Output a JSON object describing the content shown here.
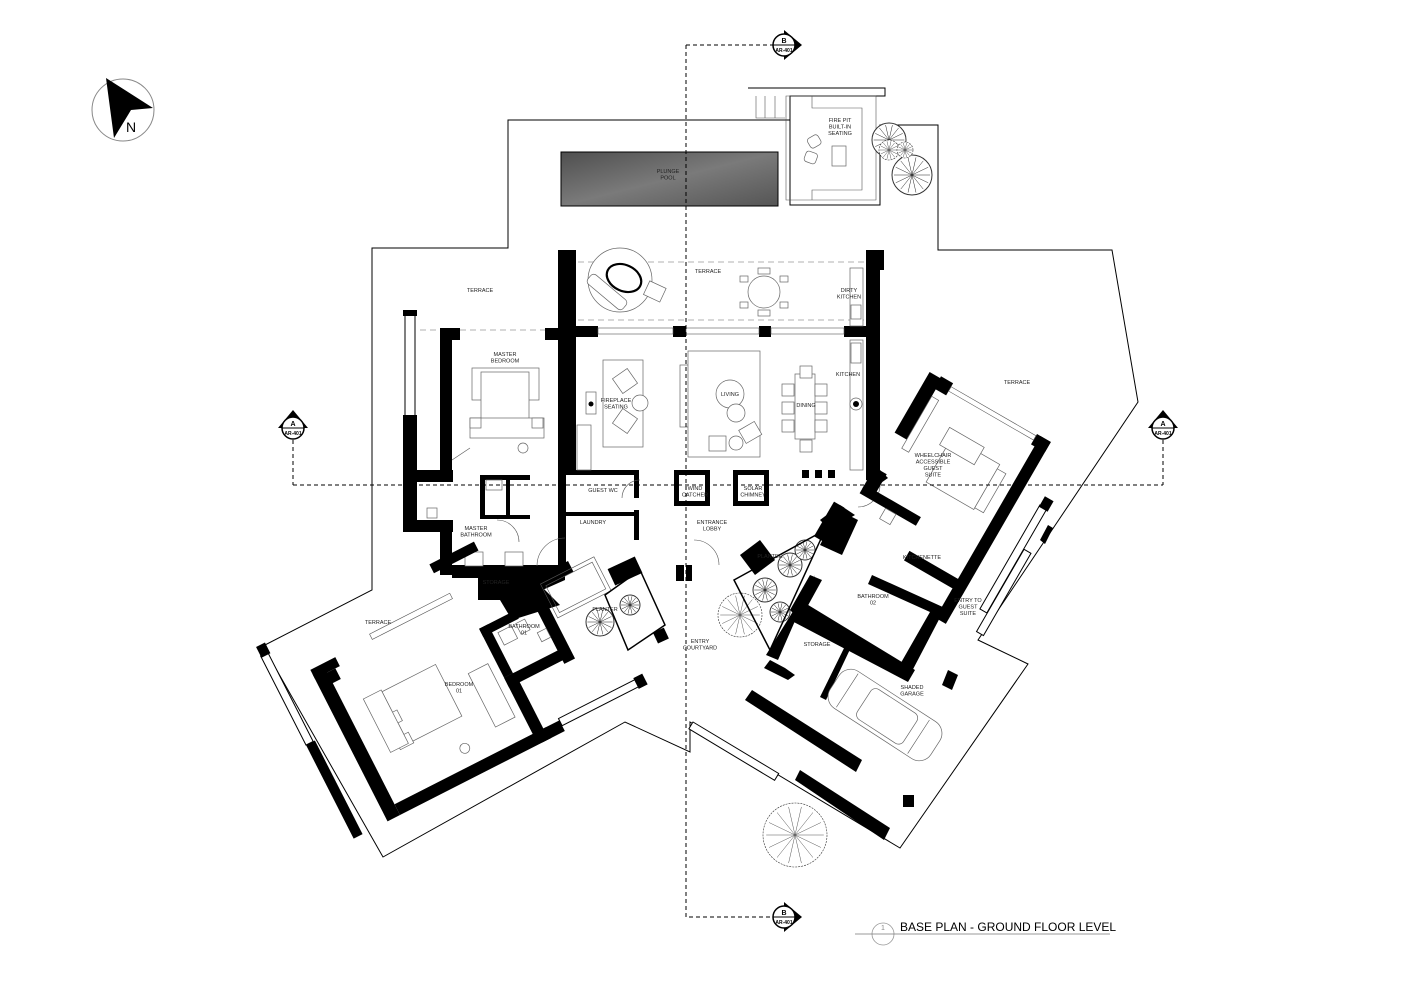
{
  "title": {
    "number": "1",
    "text": "BASE PLAN - GROUND FLOOR LEVEL"
  },
  "north_arrow": {
    "letter": "N",
    "icon": "north-arrow-icon"
  },
  "section_markers": {
    "a_letter": "A",
    "a_sheet": "AR-401",
    "b_letter": "B",
    "b_sheet": "AR-401"
  },
  "rooms": {
    "plunge_pool": [
      "PLUNGE",
      "POOL"
    ],
    "fire_pit": [
      "FIRE PIT",
      "BUILT-IN",
      "SEATING"
    ],
    "terrace_top": [
      "TERRACE"
    ],
    "terrace_left": [
      "TERRACE"
    ],
    "terrace_right": [
      "TERRACE"
    ],
    "terrace_bottom_left": [
      "TERRACE"
    ],
    "dirty_kitchen": [
      "DIRTY",
      "KITCHEN"
    ],
    "master_bedroom": [
      "MASTER",
      "BEDROOM"
    ],
    "fireplace_seating": [
      "FIREPLACE",
      "SEATING"
    ],
    "living": [
      "LIVING"
    ],
    "dining": [
      "DINING"
    ],
    "kitchen": [
      "KITCHEN"
    ],
    "guest_wc": [
      "GUEST WC"
    ],
    "laundry": [
      "LAUNDRY"
    ],
    "wind_catcher": [
      "WIND",
      "CATCHER"
    ],
    "solar_chimney": [
      "SOLAR",
      "CHIMNEY"
    ],
    "master_bathroom": [
      "MASTER",
      "BATHROOM"
    ],
    "storage_left": [
      "STORAGE"
    ],
    "entrance_lobby": [
      "ENTRANCE",
      "LOBBY"
    ],
    "entry_courtyard": [
      "ENTRY",
      "COURTYARD"
    ],
    "planter_left": [
      "PLANTER"
    ],
    "planter_right": [
      "PLANTER"
    ],
    "bathroom_01": [
      "BATHROOM",
      "01"
    ],
    "bedroom_01": [
      "BEDROOM",
      "01"
    ],
    "guest_suite": [
      "WHEELCHAIR",
      "ACCESSIBLE",
      "GUEST",
      "SUITE"
    ],
    "kitchenette": [
      "KITCHENETTE"
    ],
    "bathroom_02": [
      "BATHROOM",
      "02"
    ],
    "entry_guest_suite": [
      "ENTRY TO",
      "GUEST",
      "SUITE"
    ],
    "storage_right": [
      "STORAGE"
    ],
    "shaded_garage": [
      "SHADED",
      "GARAGE"
    ]
  },
  "colors": {
    "walls": "#000000",
    "pool": "#6e6e6e",
    "background": "#ffffff"
  }
}
